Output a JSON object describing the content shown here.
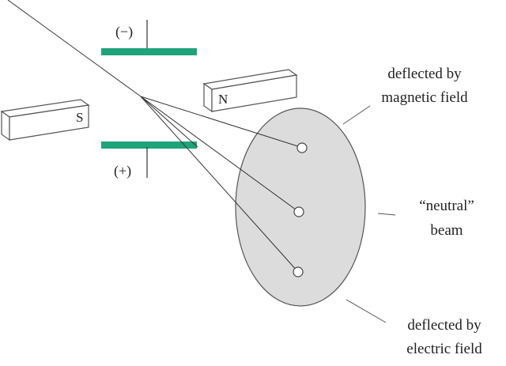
{
  "plates": {
    "top_label": "(−)",
    "bottom_label": "(+)",
    "color": "#1fa37a"
  },
  "magnets": {
    "left_label": "S",
    "right_label": "N"
  },
  "screen": {
    "fill": "#dcdcdc"
  },
  "annotations": {
    "magnetic": {
      "line1": "deflected by",
      "line2": "magnetic field"
    },
    "neutral": {
      "line1": "“neutral”",
      "line2": "beam"
    },
    "electric": {
      "line1": "deflected by",
      "line2": "electric field"
    }
  }
}
